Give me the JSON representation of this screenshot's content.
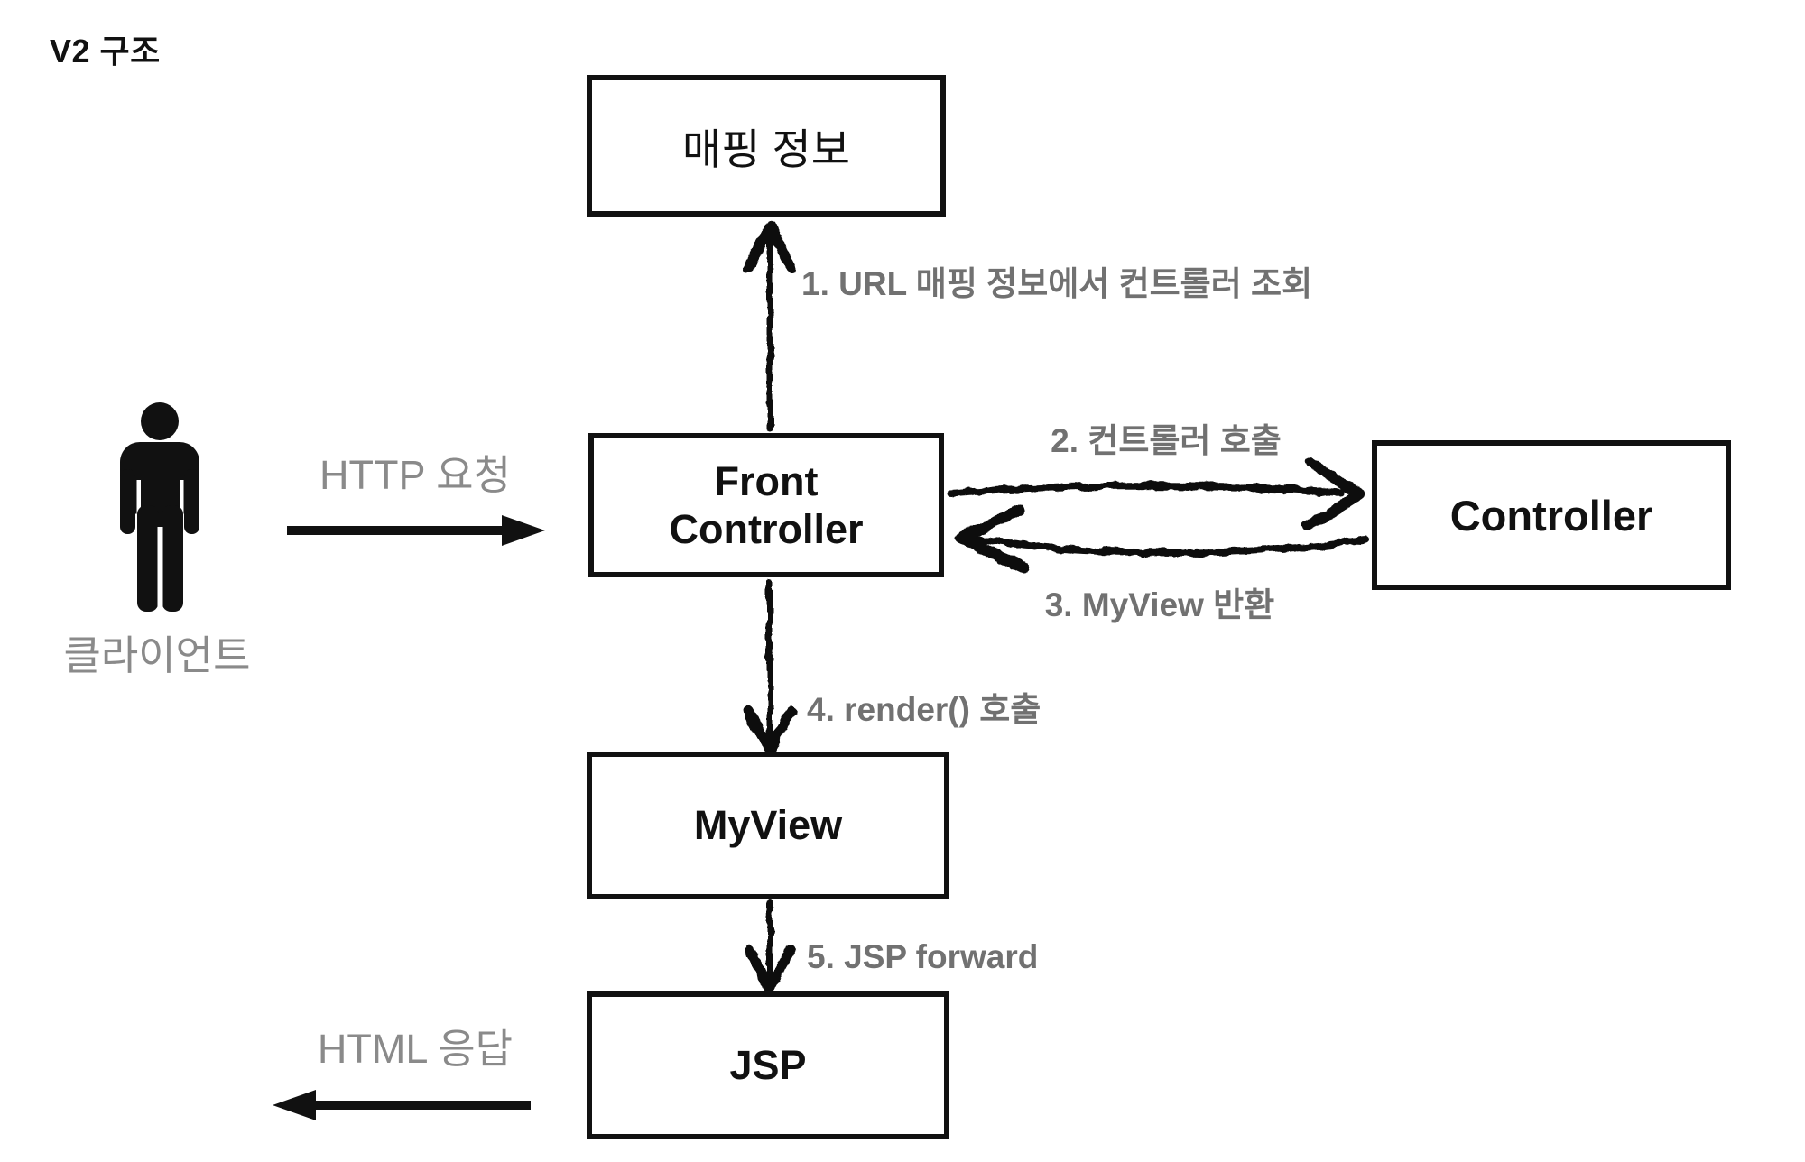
{
  "title": "V2 구조",
  "colors": {
    "ink": "#111111",
    "step_label_gray": "#717171",
    "flow_label_gray": "#8a8a8a",
    "background": "#ffffff"
  },
  "client": {
    "icon": "person-icon",
    "label": "클라이언트"
  },
  "flows": {
    "http_request": "HTTP 요청",
    "html_response": "HTML 응답"
  },
  "steps": {
    "s1": "1. URL 매핑 정보에서 컨트롤러 조회",
    "s2": "2. 컨트롤러 호출",
    "s3": "3. MyView 반환",
    "s4": "4. render() 호출",
    "s5": "5. JSP forward"
  },
  "boxes": {
    "mapping": {
      "label": "매핑 정보"
    },
    "front_controller": {
      "line1": "Front",
      "line2": "Controller"
    },
    "controller": {
      "label": "Controller"
    },
    "myview": {
      "label": "MyView"
    },
    "jsp": {
      "label": "JSP"
    }
  }
}
